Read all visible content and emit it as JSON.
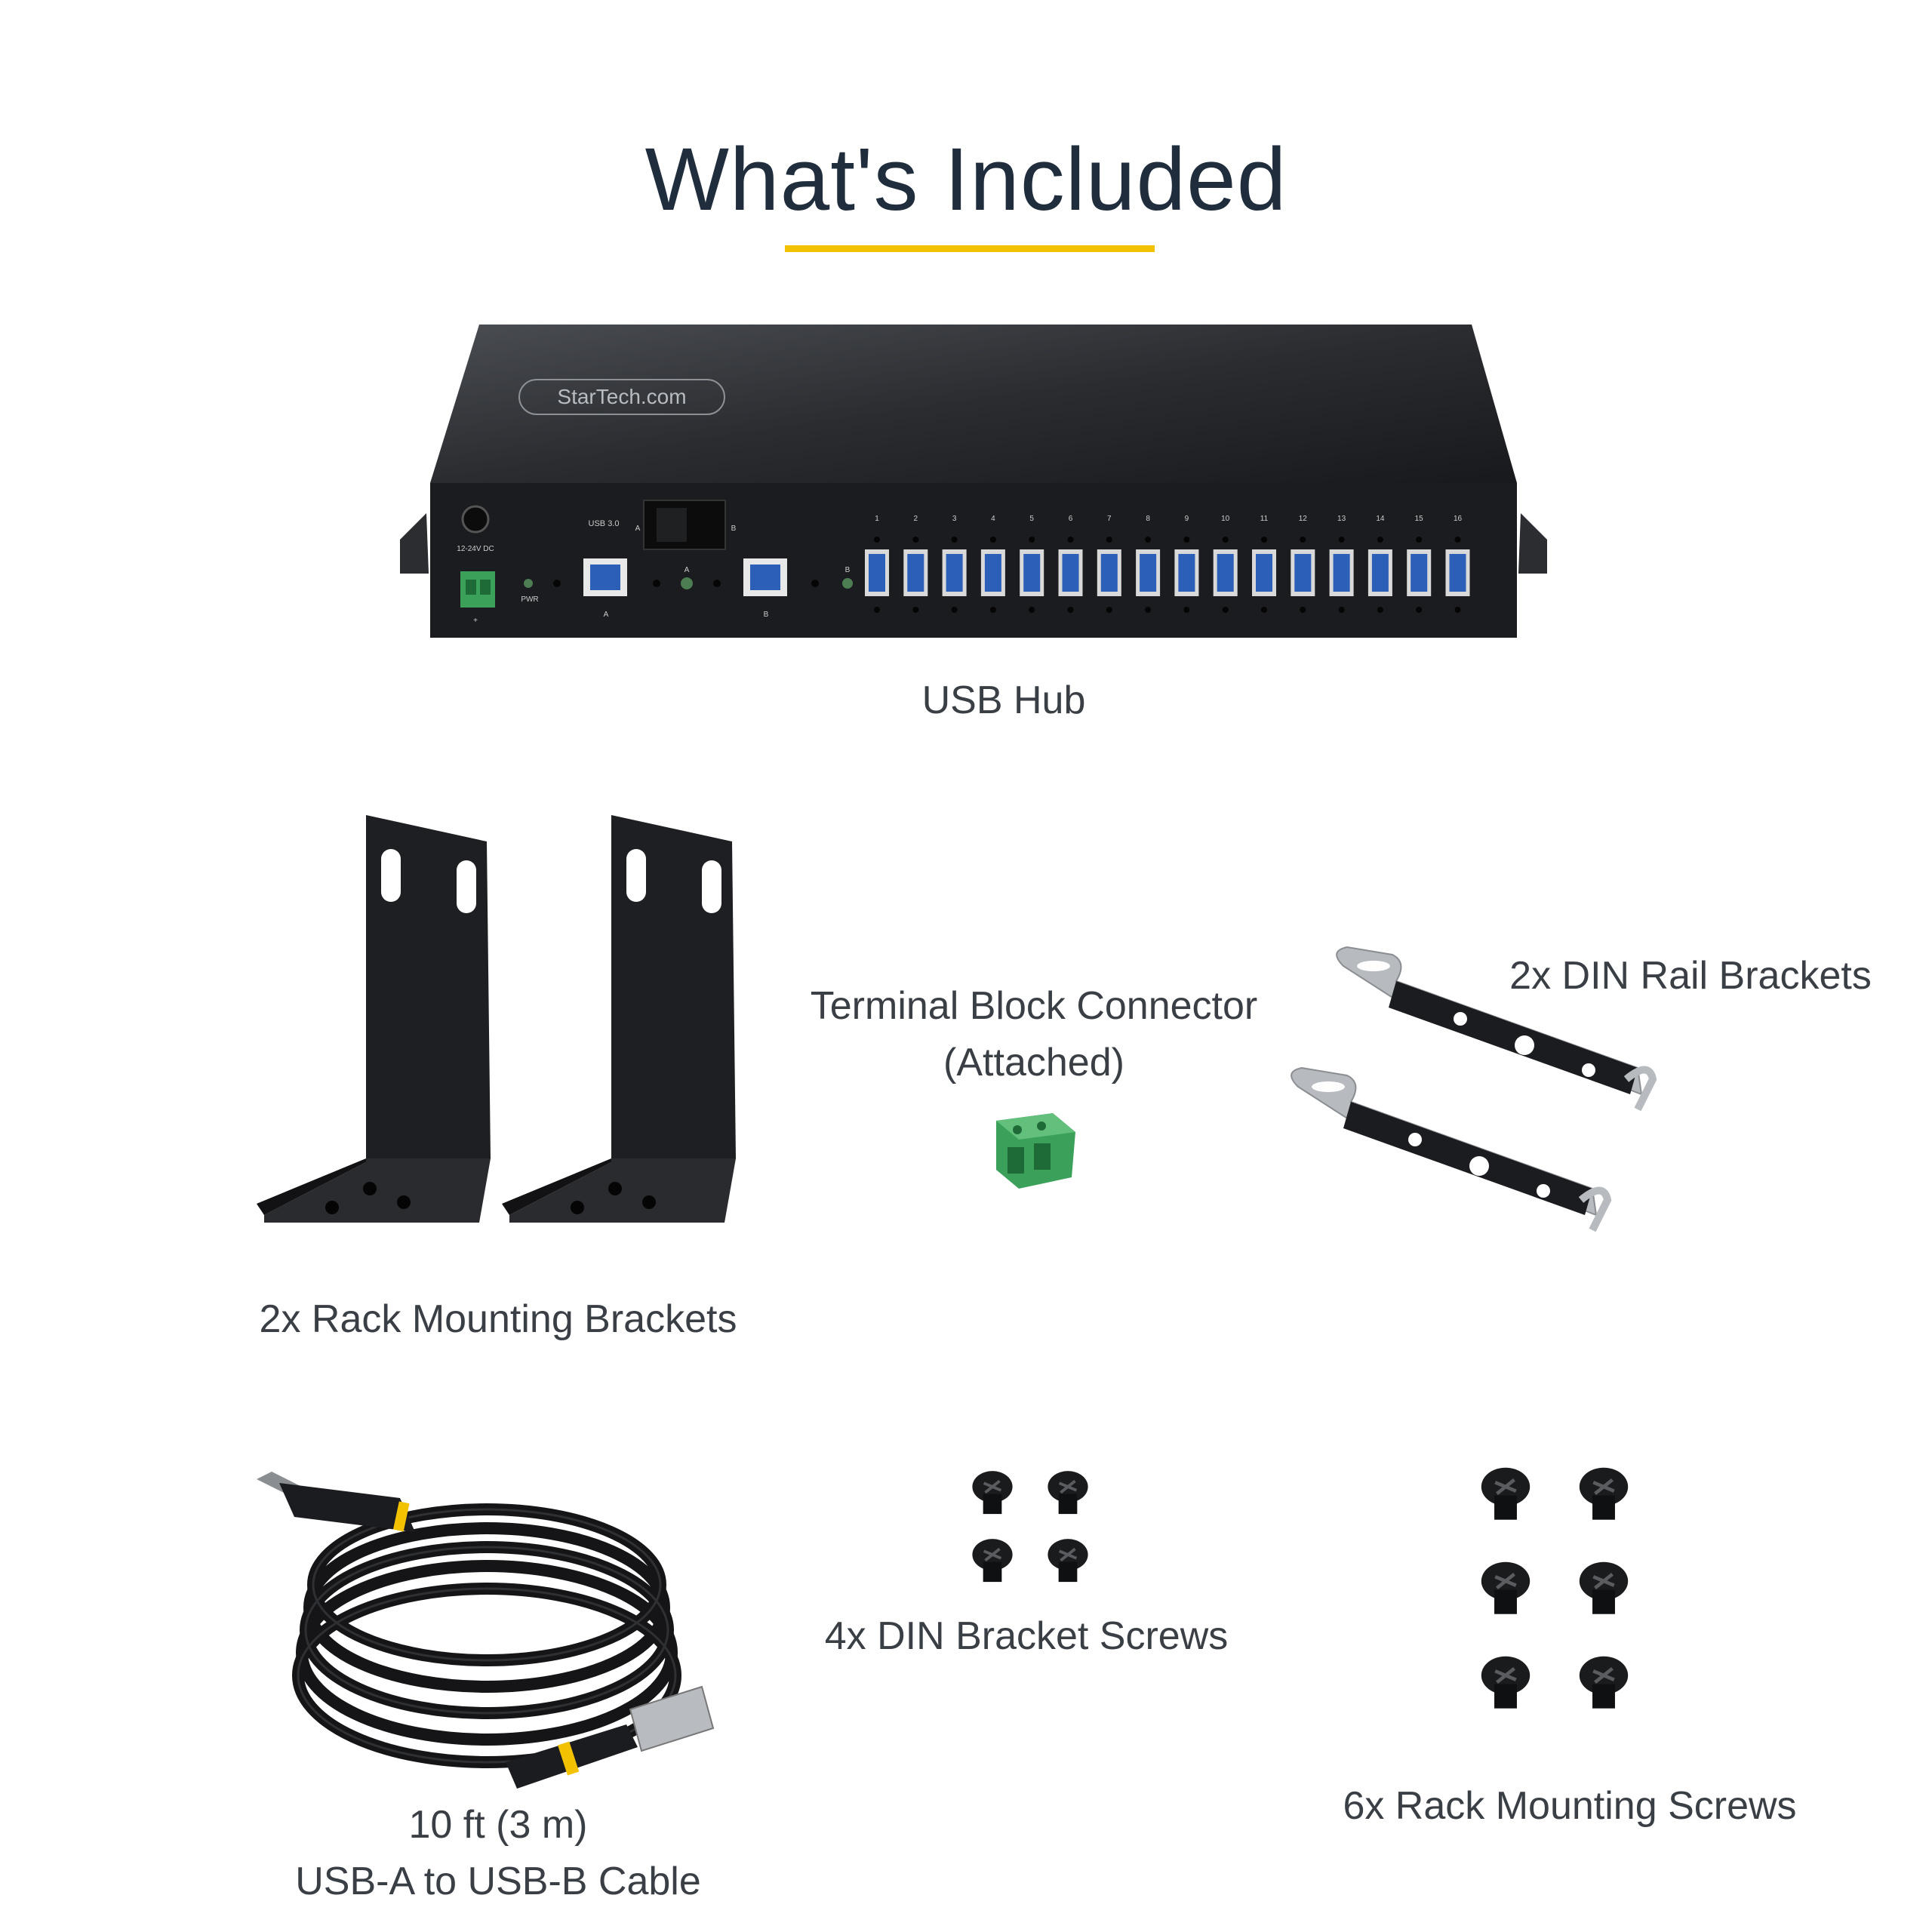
{
  "title": "What's Included",
  "accent_color": "#f2c200",
  "items": {
    "hub": "USB Hub",
    "rack_brackets": "2x Rack Mounting Brackets",
    "terminal_line1": "Terminal Block Connector",
    "terminal_line2": "(Attached)",
    "din_brackets": "2x DIN Rail Brackets",
    "cable_line1": "10 ft (3 m)",
    "cable_line2": "USB-A to USB-B Cable",
    "din_screws": "4x DIN Bracket Screws",
    "rack_screws": "6x Rack Mounting Screws"
  },
  "hub_panel": {
    "brand": "StarTech.com",
    "dc_label": "12-24V DC",
    "pwr_label": "PWR",
    "usb_label": "USB 3.0",
    "switch_a": "A",
    "switch_b": "B",
    "port_a": "A",
    "port_b": "B",
    "led_a": "A",
    "led_b": "B",
    "plus": "+",
    "minus": "−",
    "port_numbers": [
      "1",
      "2",
      "3",
      "4",
      "5",
      "6",
      "7",
      "8",
      "9",
      "10",
      "11",
      "12",
      "13",
      "14",
      "15",
      "16"
    ]
  }
}
